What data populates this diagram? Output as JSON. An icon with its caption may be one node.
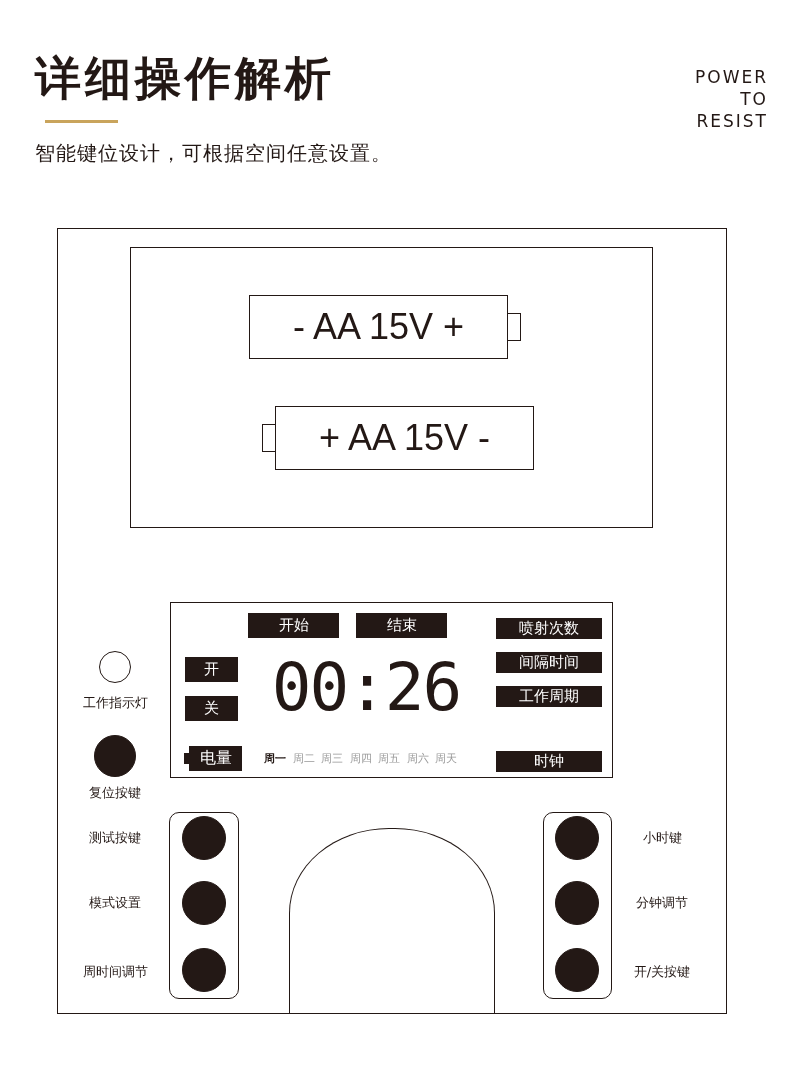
{
  "diagram": {
    "title": "详细操作解析",
    "nodes": [
      {
        "text": [
          "- AA 15V +"
        ]
      },
      {
        "text": [
          "+ AA 15V -"
        ]
      },
      {
        "text": [
          "00:26"
        ]
      },
      {
        "text": [
          "开始"
        ],
        "in": 2
      },
      {
        "text": [
          "结束"
        ],
        "in": 2
      },
      {
        "text": [
          "喷射次数"
        ],
        "in": 2
      },
      {
        "text": [
          "开"
        ],
        "in": 2
      },
      {
        "text": [
          "间隔时间"
        ],
        "in": 2
      },
      {
        "text": [
          "关"
        ],
        "in": 2
      },
      {
        "text": [
          "工作周期"
        ],
        "in": 2
      },
      {
        "text": [
          "电量"
        ],
        "in": 2
      },
      {
        "text": [
          "时钟"
        ],
        "in": 2
      },
      {
        "text": [],
        "shape": "circle",
        "beside": [
          "工作指示灯"
        ]
      },
      {
        "text": [],
        "shape": "circle",
        "beside": [
          "复位按键"
        ]
      },
      {
        "text": [],
        "shape": "circle",
        "beside": [
          "测试按键"
        ]
      },
      {
        "text": [],
        "shape": "circle",
        "beside": [
          "小时键"
        ]
      },
      {
        "text": [],
        "shape": "circle",
        "beside": [
          "模式设置"
        ]
      },
      {
        "text": [],
        "shape": "circle",
        "beside": [
          "分钟调节"
        ]
      },
      {
        "text": [],
        "shape": "circle",
        "beside": [
          "周时间调节"
        ]
      },
      {
        "text": [],
        "shape": "circle",
        "beside": [
          "开/关按键"
        ]
      },
      {
        "text": [],
        "shape": "arch"
      }
    ],
    "labels": [
      "POWER TO RESIST",
      "智能键位设计，可根据空间任意设置。",
      "周一",
      "周二",
      "周三",
      "周四",
      "周五",
      "周六",
      "周天"
    ]
  }
}
